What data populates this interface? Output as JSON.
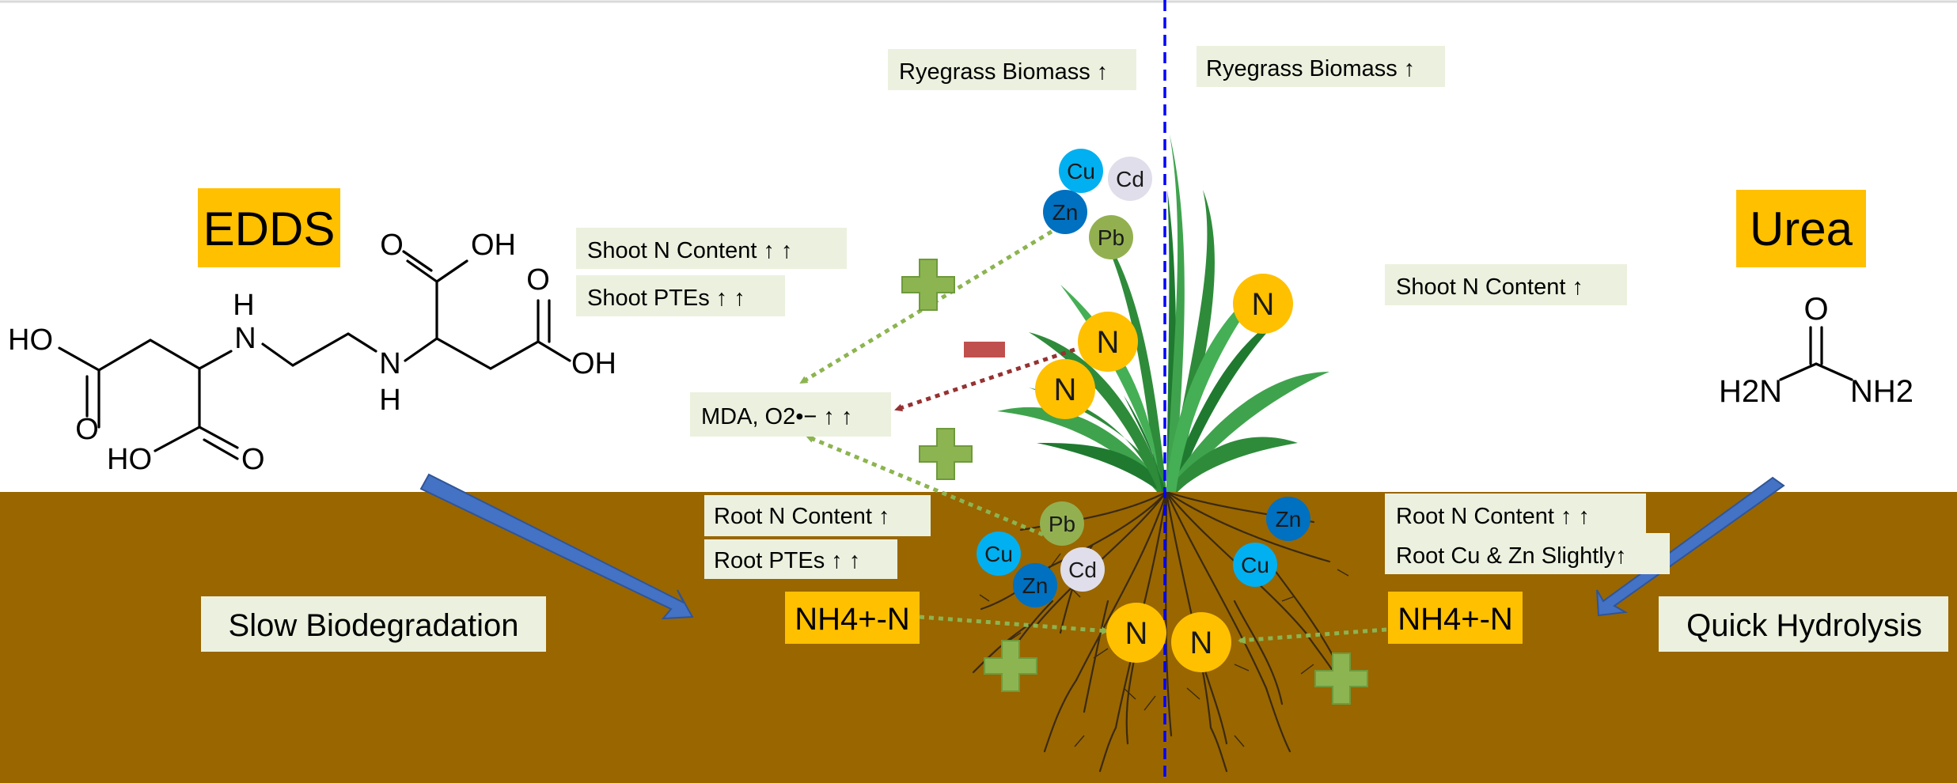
{
  "left": {
    "title": "EDDS",
    "process": "Slow Biodegradation",
    "nh4": "NH4+-N",
    "labels": {
      "shoot_n": "Shoot N Content ↑ ↑",
      "shoot_ptes": "Shoot PTEs ↑ ↑",
      "mda": "MDA, O2•− ↑ ↑",
      "root_n": "Root N Content ↑",
      "root_ptes": "Root PTEs ↑ ↑",
      "biomass": "Ryegrass Biomass ↑"
    }
  },
  "right": {
    "title": "Urea",
    "process": "Quick Hydrolysis",
    "nh4": "NH4+-N",
    "labels": {
      "biomass": "Ryegrass Biomass ↑",
      "shoot_n": "Shoot N Content ↑",
      "root_n": "Root N Content ↑ ↑",
      "root_cu_zn": "Root Cu & Zn Slightly↑"
    }
  },
  "elements": {
    "n": "N",
    "cu": "Cu",
    "cd": "Cd",
    "zn": "Zn",
    "pb": "Pb"
  },
  "molecule_text": {
    "edds_ho_left": "HO",
    "edds_oh_top": "OH",
    "edds_oh_right": "OH",
    "edds_ho_bottom": "HO",
    "edds_o": "O",
    "edds_nh": "H",
    "edds_n": "N",
    "urea_o": "O",
    "urea_h2n": "H2N",
    "urea_nh2": "NH2"
  },
  "signs": {
    "plus": "+",
    "minus": "−"
  },
  "colors": {
    "soil": "#996600",
    "title_bg": "#FFC000",
    "label_bg": "#EBF1DE",
    "n_ball": "#FFC000",
    "cu": "#00B0F0",
    "zn": "#0070C0",
    "cd": "#E0DEEA",
    "pb": "#92B050",
    "divider": "#0000FF",
    "arrow_green": "#8CB450",
    "arrow_red": "#963232",
    "big_arrow": "#4472C4",
    "plus": "#8CB450",
    "minus": "#C0504D"
  }
}
